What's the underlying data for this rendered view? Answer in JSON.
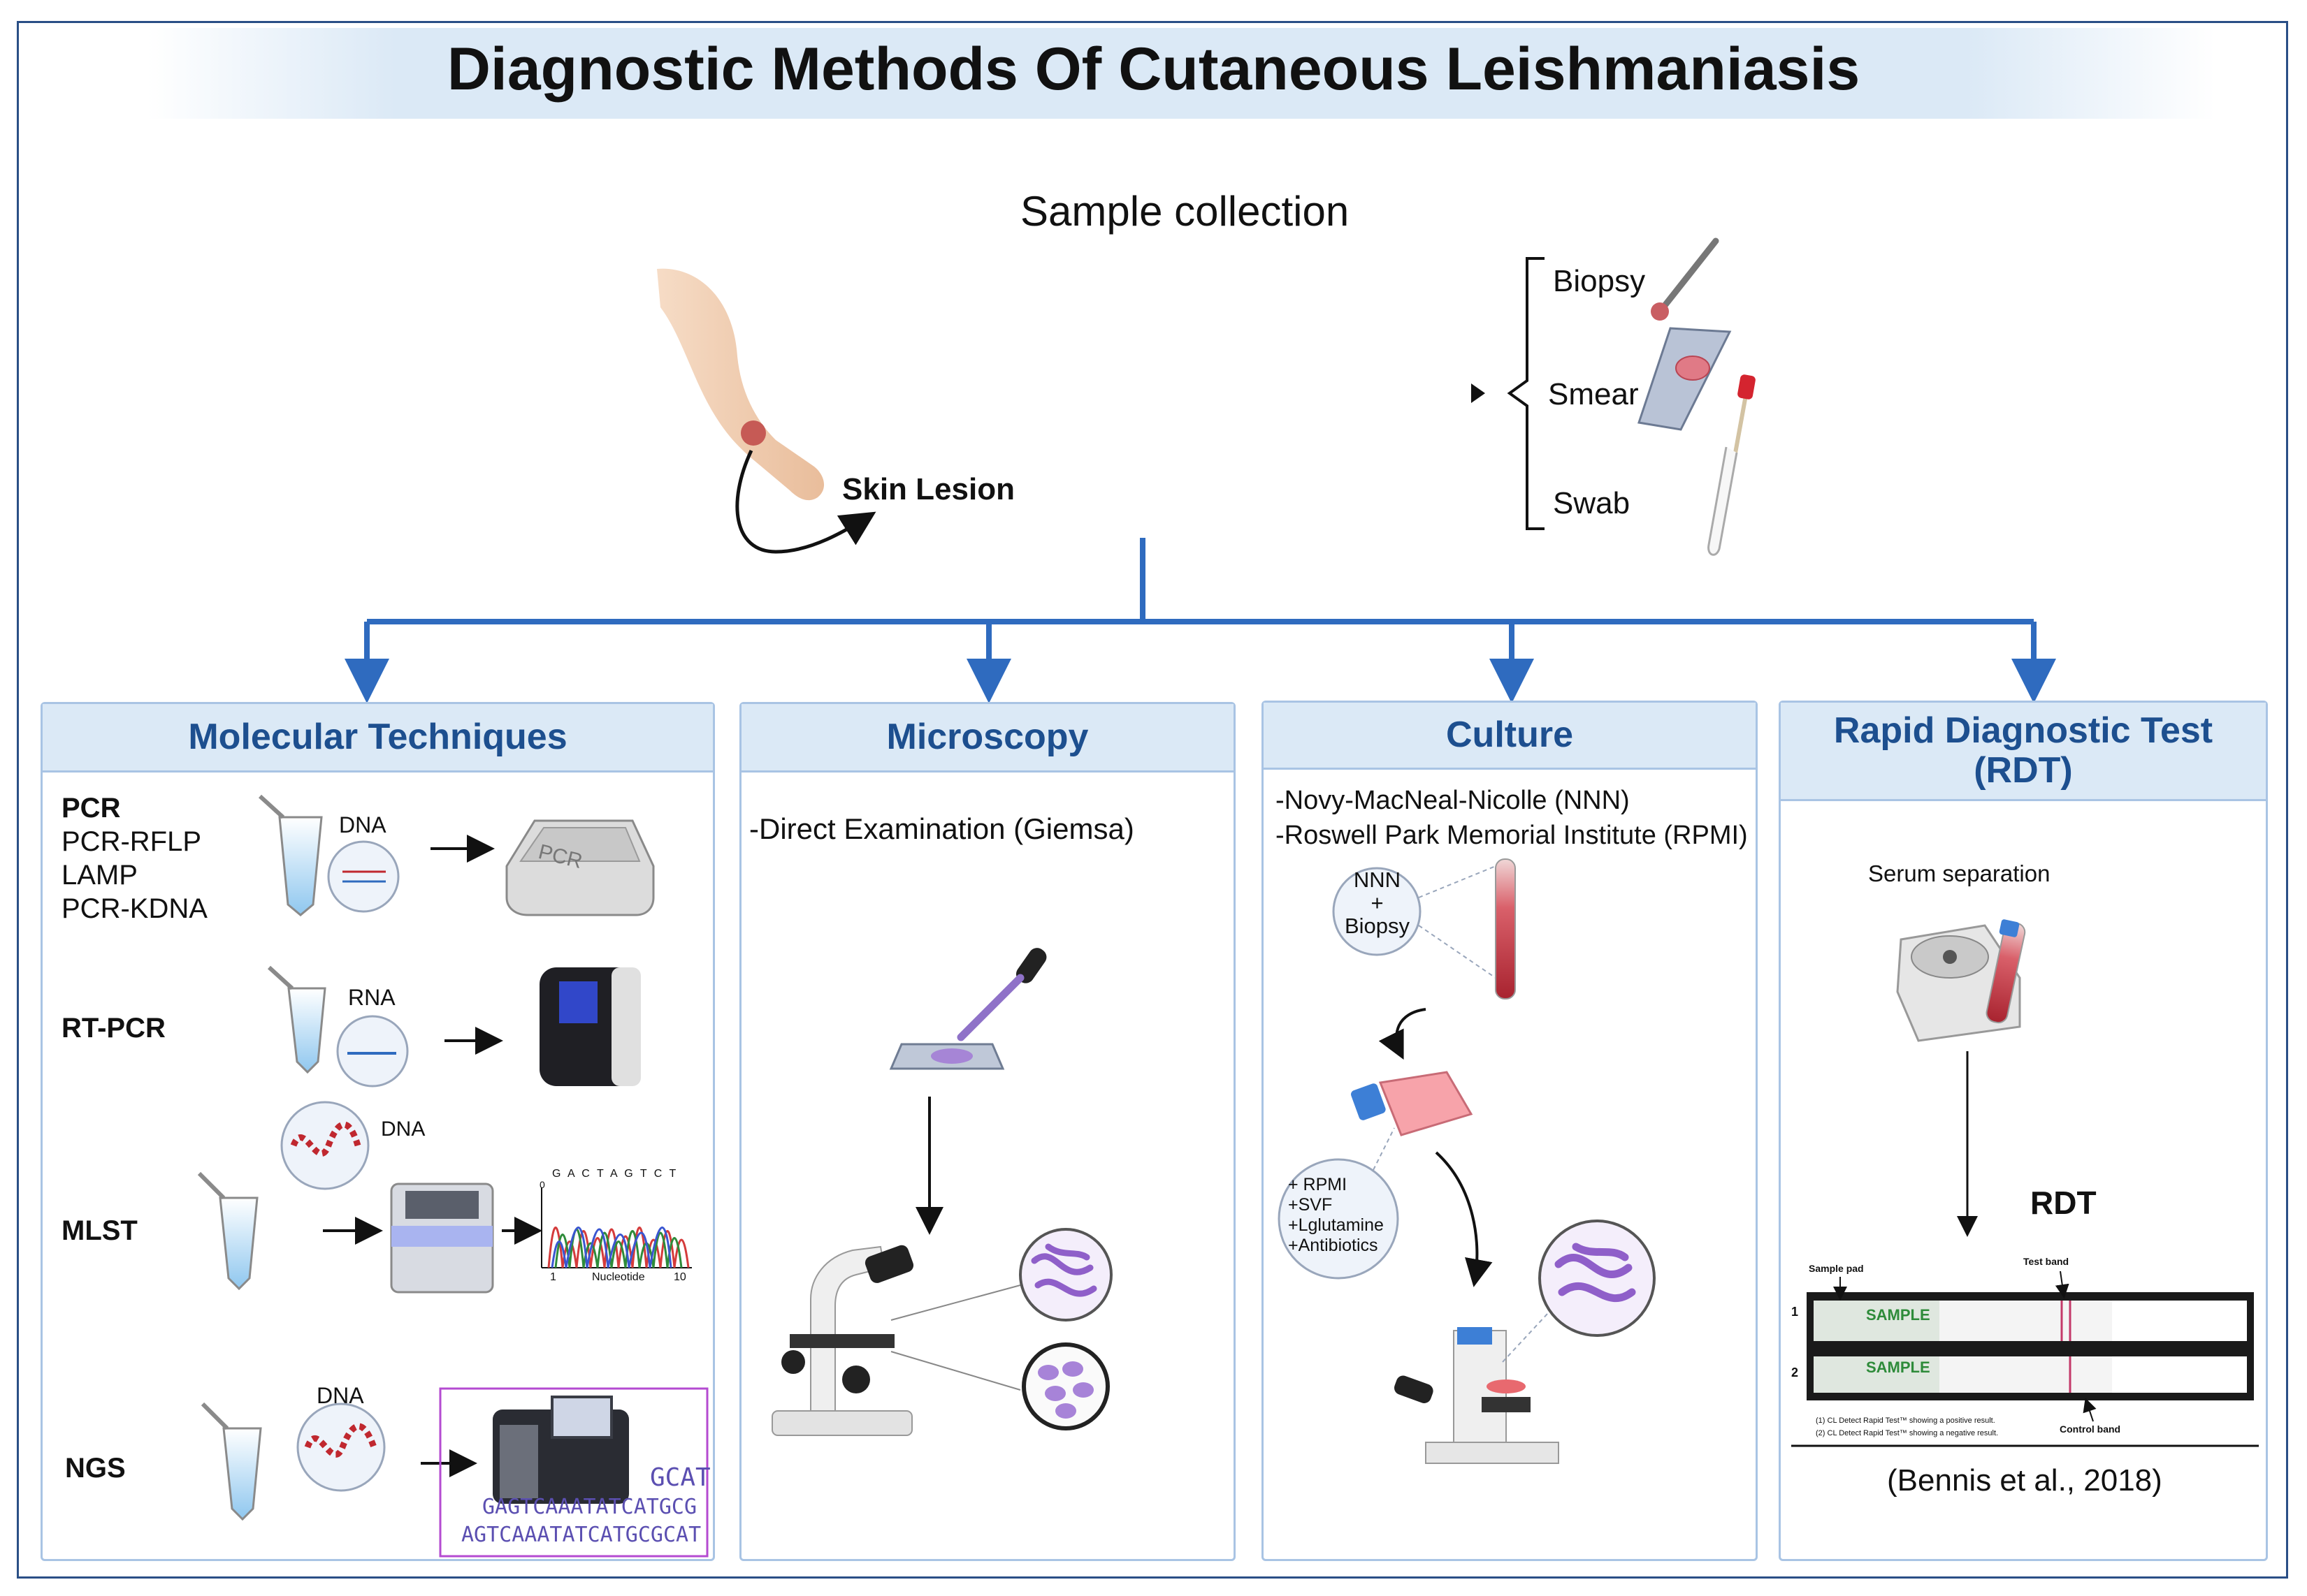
{
  "title": "Diagnostic Methods Of Cutaneous Leishmaniasis",
  "sample_collection": {
    "heading": "Sample collection",
    "lesion_label": "Skin Lesion",
    "samples": [
      "Biopsy",
      "Smear",
      "Swab"
    ]
  },
  "colors": {
    "accent": "#2f6bbf",
    "panel_head": "#dbe9f6",
    "panel_border": "#a9c4e4",
    "head_text": "#1d4f8f"
  },
  "molecular": {
    "heading": "Molecular Techniques",
    "pcr_group": [
      "PCR",
      "PCR-RFLP",
      "LAMP",
      "PCR-KDNA"
    ],
    "pcr_dna": "DNA",
    "pcr_machine": "PCR",
    "rtpcr": "RT-PCR",
    "rtpcr_rna": "RNA",
    "mlst": "MLST",
    "mlst_dna": "DNA",
    "mlst_seq": "G A C T A G T C T",
    "mlst_axis_start": "1",
    "mlst_axis_label": "Nucleotide",
    "mlst_axis_end": "10",
    "mlst_axis_zero": "0",
    "ngs": "NGS",
    "ngs_dna": "DNA",
    "ngs_seq_1": "GCAT",
    "ngs_seq_2": "GAGTCAAATATCATGCG",
    "ngs_seq_3": "AGTCAAATATCATGCGCAT"
  },
  "microscopy": {
    "heading": "Microscopy",
    "item": "-Direct Examination (Giemsa)"
  },
  "culture": {
    "heading": "Culture",
    "items": [
      "-Novy-MacNeal-Nicolle (NNN)",
      "-Roswell Park Memorial Institute (RPMI)"
    ],
    "bubble_1": [
      "NNN",
      "+",
      "Biopsy"
    ],
    "bubble_2": [
      "+ RPMI",
      "+SVF",
      "+Lglutamine",
      "+Antibiotics"
    ]
  },
  "rdt": {
    "heading_1": "Rapid Diagnostic Test",
    "heading_2": "(RDT)",
    "serum": "Serum separation",
    "rdt_label": "RDT",
    "sample_pad": "Sample pad",
    "test_band": "Test band",
    "control_band": "Control band",
    "strip_1": "1",
    "strip_2": "2",
    "strip_text": "SAMPLE",
    "note_1": "(1) CL Detect Rapid Test™ showing a positive result.",
    "note_2": "(2) CL Detect Rapid Test™ showing a negative result.",
    "citation": "(Bennis et al., 2018)"
  }
}
